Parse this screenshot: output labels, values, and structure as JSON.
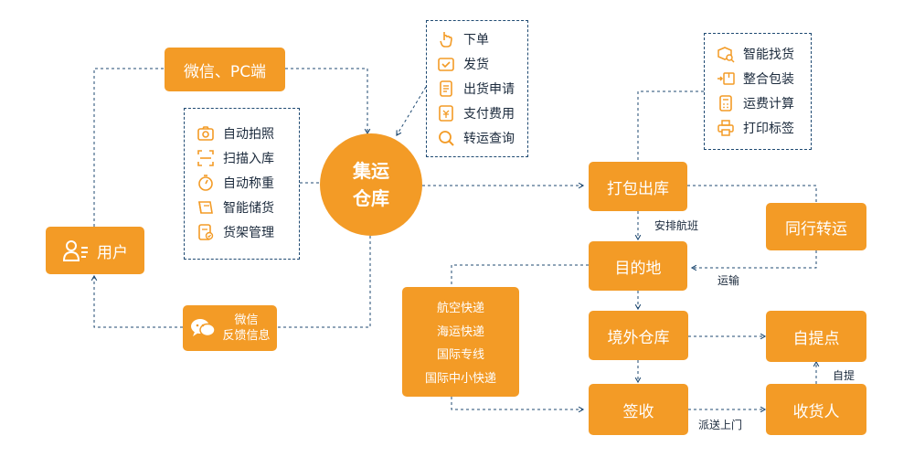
{
  "nodes": {
    "user": "用户",
    "wechat_pc": "微信、PC端",
    "hub_line1": "集运",
    "hub_line2": "仓库",
    "pack_out": "打包出库",
    "peer_transfer": "同行转运",
    "destination": "目的地",
    "overseas_warehouse": "境外仓库",
    "pickup_point": "自提点",
    "sign": "签收",
    "receiver": "收货人",
    "feedback_line1": "微信",
    "feedback_line2": "反馈信息"
  },
  "order_box": {
    "items": [
      {
        "label": "下单",
        "icon": "hand-pointer-icon"
      },
      {
        "label": "发货",
        "icon": "checkbox-icon"
      },
      {
        "label": "出货申请",
        "icon": "document-icon"
      },
      {
        "label": "支付费用",
        "icon": "payment-icon"
      },
      {
        "label": "转运查询",
        "icon": "search-icon"
      }
    ]
  },
  "warehouse_box": {
    "items": [
      {
        "label": "自动拍照",
        "icon": "camera-icon"
      },
      {
        "label": "扫描入库",
        "icon": "scan-icon"
      },
      {
        "label": "自动称重",
        "icon": "timer-icon"
      },
      {
        "label": "智能储货",
        "icon": "storage-icon"
      },
      {
        "label": "货架管理",
        "icon": "shelf-icon"
      }
    ]
  },
  "pack_box": {
    "items": [
      {
        "label": "智能找货",
        "icon": "package-search-icon"
      },
      {
        "label": "整合包装",
        "icon": "package-merge-icon"
      },
      {
        "label": "运费计算",
        "icon": "calculator-icon"
      },
      {
        "label": "打印标签",
        "icon": "printer-icon"
      }
    ]
  },
  "shipping_methods": [
    "航空快递",
    "海运快递",
    "国际专线",
    "国际中小快递"
  ],
  "edge_labels": {
    "flight": "安排航班",
    "transport": "运输",
    "self_pickup": "自提",
    "door_delivery": "派送上门"
  },
  "colors": {
    "orange": "#f39b26",
    "navy": "#1f4a72",
    "text": "#1b2a3c"
  }
}
